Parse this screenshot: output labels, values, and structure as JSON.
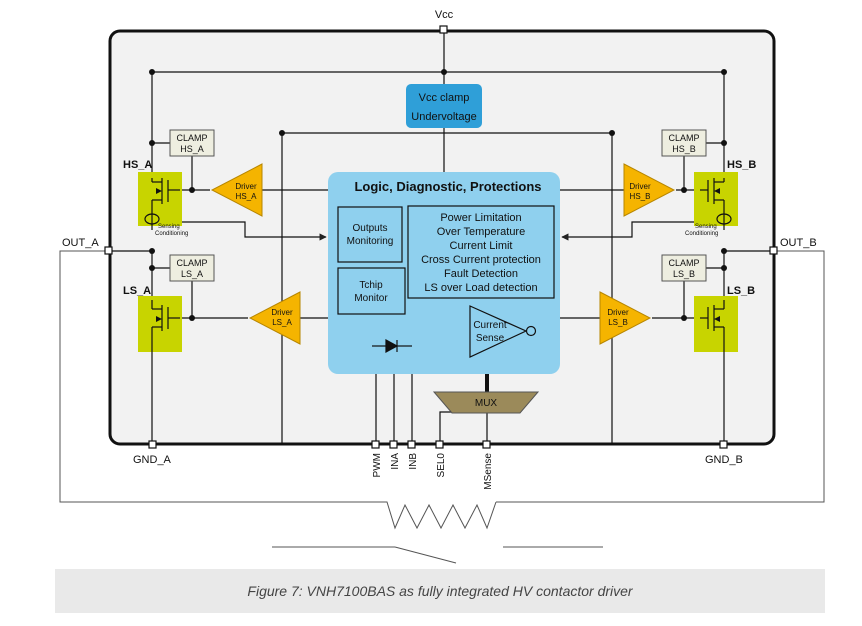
{
  "diagram": {
    "pins": {
      "vcc": "Vcc",
      "out_a": "OUT_A",
      "out_b": "OUT_B",
      "gnd_a": "GND_A",
      "gnd_b": "GND_B",
      "pwm": "PWM",
      "ina": "INA",
      "inb": "INB",
      "sel0": "SEL0",
      "msense": "MSense"
    },
    "vcc_clamp": {
      "line1": "Vcc clamp",
      "line2": "Undervoltage"
    },
    "logic_title": "Logic, Diagnostic, Protections",
    "outputs_monitoring": [
      "Outputs",
      "Monitoring"
    ],
    "tchip_monitor": [
      "Tchip",
      "Monitor"
    ],
    "protections": [
      "Power Limitation",
      "Over Temperature",
      "Current Limit",
      "Cross Current protection",
      "Fault Detection",
      "LS over Load detection"
    ],
    "current_sense": [
      "Current",
      "Sense"
    ],
    "mux": "MUX",
    "clamps": {
      "hs_a": [
        "CLAMP",
        "HS_A"
      ],
      "ls_a": [
        "CLAMP",
        "LS_A"
      ],
      "hs_b": [
        "CLAMP",
        "HS_B"
      ],
      "ls_b": [
        "CLAMP",
        "LS_B"
      ]
    },
    "drivers": {
      "hs_a": [
        "Driver",
        "HS_A"
      ],
      "ls_a": [
        "Driver",
        "LS_A"
      ],
      "hs_b": [
        "Driver",
        "HS_B"
      ],
      "ls_b": [
        "Driver",
        "LS_B"
      ]
    },
    "switches": {
      "hs_a": "HS_A",
      "ls_a": "LS_A",
      "hs_b": "HS_B",
      "ls_b": "LS_B"
    },
    "sensing": [
      "Sensing",
      "Conditioning"
    ],
    "colors": {
      "logic_block": "#8fd0ee",
      "vcc_clamp_block": "#2f9fd8",
      "driver": "#f5b400",
      "switch": "#c8d400",
      "clamp_fill": "#eeeee0",
      "mux": "#9b8a5a",
      "chip_border": "#111111"
    }
  },
  "caption": "Figure 7: VNH7100BAS as fully integrated HV contactor driver"
}
